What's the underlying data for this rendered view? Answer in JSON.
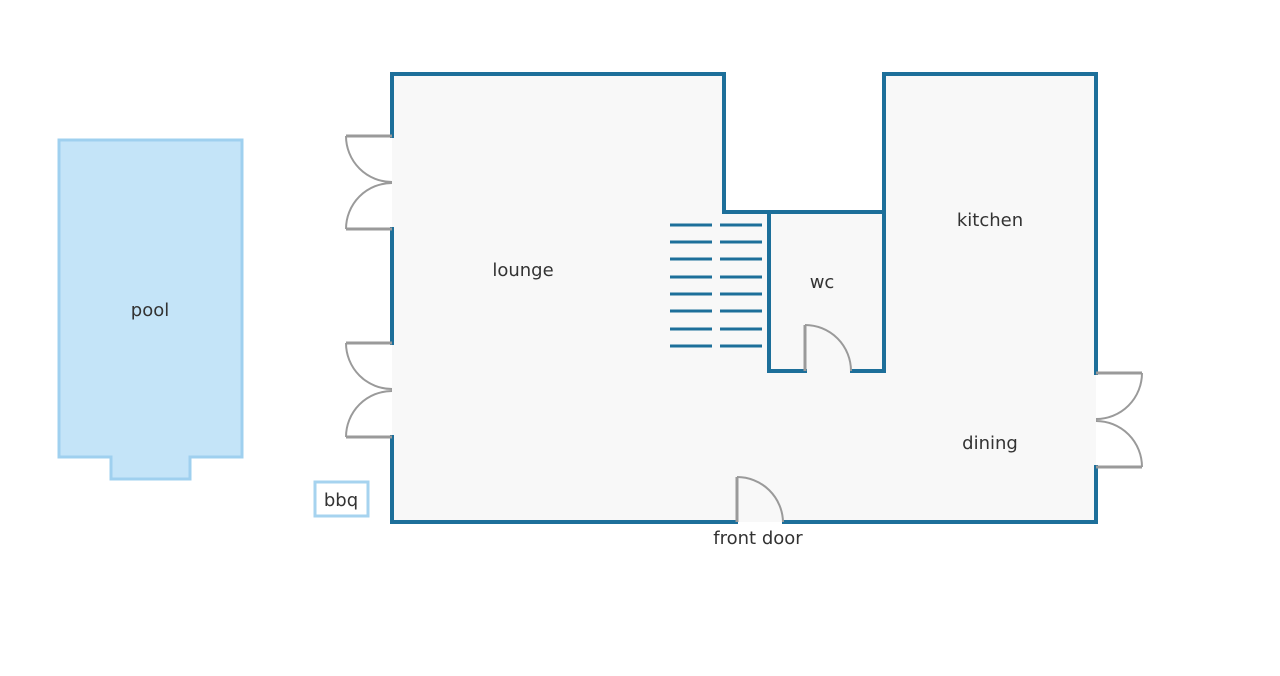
{
  "rooms": {
    "pool": "pool",
    "lounge": "lounge",
    "wc": "wc",
    "kitchen": "kitchen",
    "dining": "dining",
    "front_door": "front door",
    "bbq": "bbq"
  },
  "colors": {
    "wall": "#1d6f9a",
    "floor": "#f8f8f8",
    "pool_fill": "#c4e4f8",
    "pool_stroke": "#9fd0ef",
    "door": "#9a9a9a",
    "text": "#333333"
  }
}
